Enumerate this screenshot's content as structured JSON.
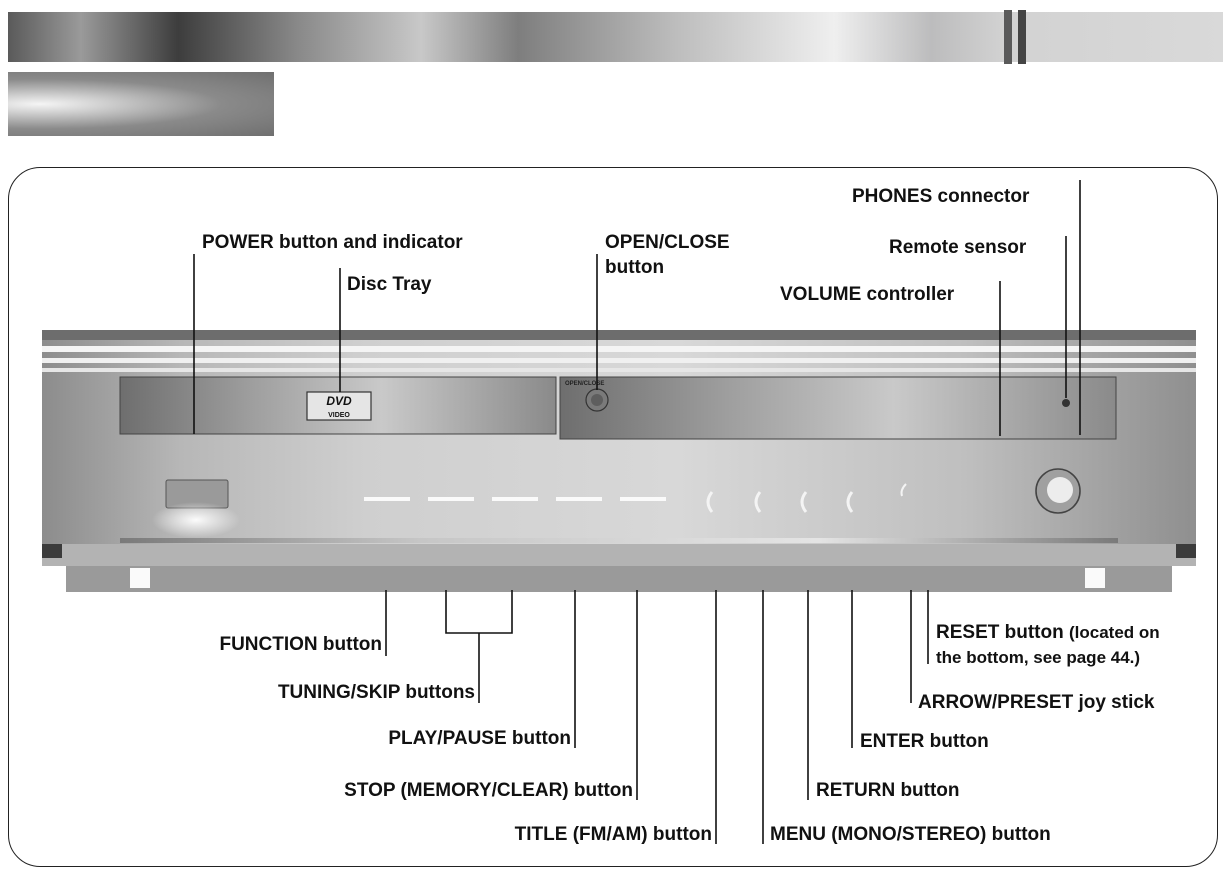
{
  "labels": {
    "phones": "PHONES connector",
    "power": "POWER button and indicator",
    "open_close_1": "OPEN/CLOSE",
    "open_close_2": "button",
    "remote": "Remote sensor",
    "disc_tray": "Disc Tray",
    "volume": "VOLUME controller",
    "function": "FUNCTION button",
    "tuning": "TUNING/SKIP buttons",
    "play": "PLAY/PAUSE button",
    "stop": "STOP (MEMORY/CLEAR) button",
    "title": "TITLE (FM/AM) button",
    "menu": "MENU (MONO/STEREO) button",
    "return": "RETURN button",
    "enter": "ENTER button",
    "arrow": "ARROW/PRESET joy stick",
    "reset": "RESET button",
    "reset_note_1": "(located on",
    "reset_note_2": "the bottom, see page 44.)"
  },
  "device": {
    "tray_logo_line1": "DVD",
    "tray_logo_line2": "VIDEO",
    "open_close_print": "OPEN/CLOSE"
  }
}
